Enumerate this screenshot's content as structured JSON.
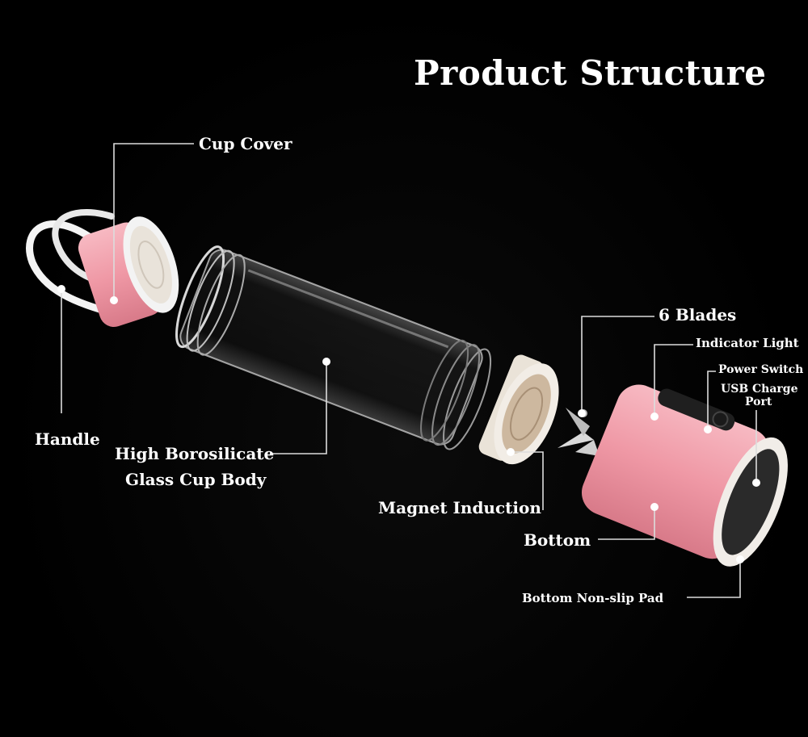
{
  "title": "Product Structure",
  "labels": {
    "cup_cover": "Cup Cover",
    "handle": "Handle",
    "glass_line1": "High Borosilicate",
    "glass_line2": "Glass Cup Body",
    "magnet_induction": "Magnet Induction",
    "six_blades": "6 Blades",
    "indicator_light": "Indicator Light",
    "power_switch": "Power Switch",
    "usb_line1": "USB Charge",
    "usb_line2": "Port",
    "bottom": "Bottom",
    "bottom_pad": "Bottom Non-slip Pad"
  },
  "colors": {
    "background": "#000000",
    "accent_pink": "#f09aa6",
    "cream": "#eee6dc",
    "leader_line": "#dddddd"
  }
}
